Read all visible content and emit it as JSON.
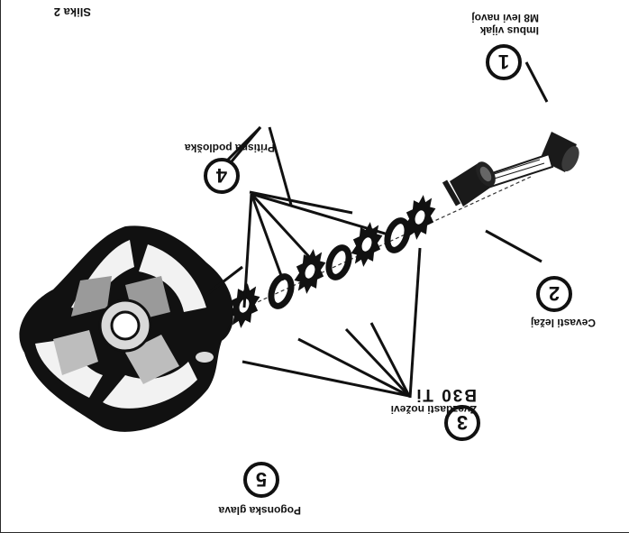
{
  "figure_label": "Slika 2",
  "parts": [
    {
      "number": "1",
      "label_lines": [
        "Imbus vijak",
        "M8 levi navoj"
      ]
    },
    {
      "number": "2",
      "label_lines": [
        "Cevasti ležaj"
      ]
    },
    {
      "number": "3",
      "label_lines": [
        "Zvezdasti noževi",
        "B30 Ti"
      ]
    },
    {
      "number": "4",
      "label_lines": [
        "Pritisna podloška"
      ]
    },
    {
      "number": "5",
      "label_lines": [
        "Pogonska glava"
      ]
    }
  ],
  "orientation": "rotated 180 degrees (upside-down)"
}
